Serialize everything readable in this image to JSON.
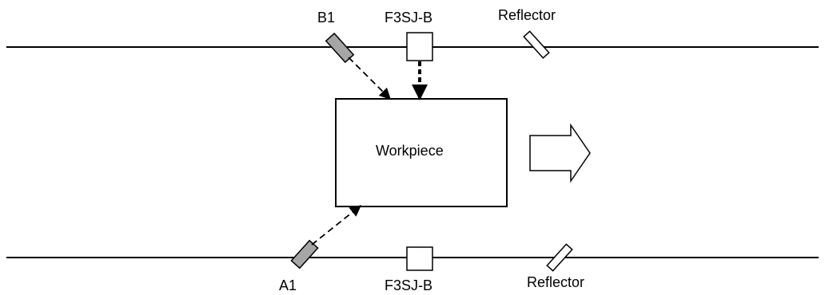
{
  "diagram": {
    "labels": {
      "top_sensor_b1": "B1",
      "top_f3sj": "F3SJ-B",
      "top_reflector": "Reflector",
      "workpiece": "Workpiece",
      "bottom_sensor_a1": "A1",
      "bottom_f3sj": "F3SJ-B",
      "bottom_reflector": "Reflector"
    },
    "colors": {
      "line": "#000000",
      "sensor_fill": "#a6a6a6",
      "box_fill": "#ffffff",
      "background": "#ffffff"
    },
    "icons": {
      "motion_arrow": "right-arrow-outline"
    }
  }
}
